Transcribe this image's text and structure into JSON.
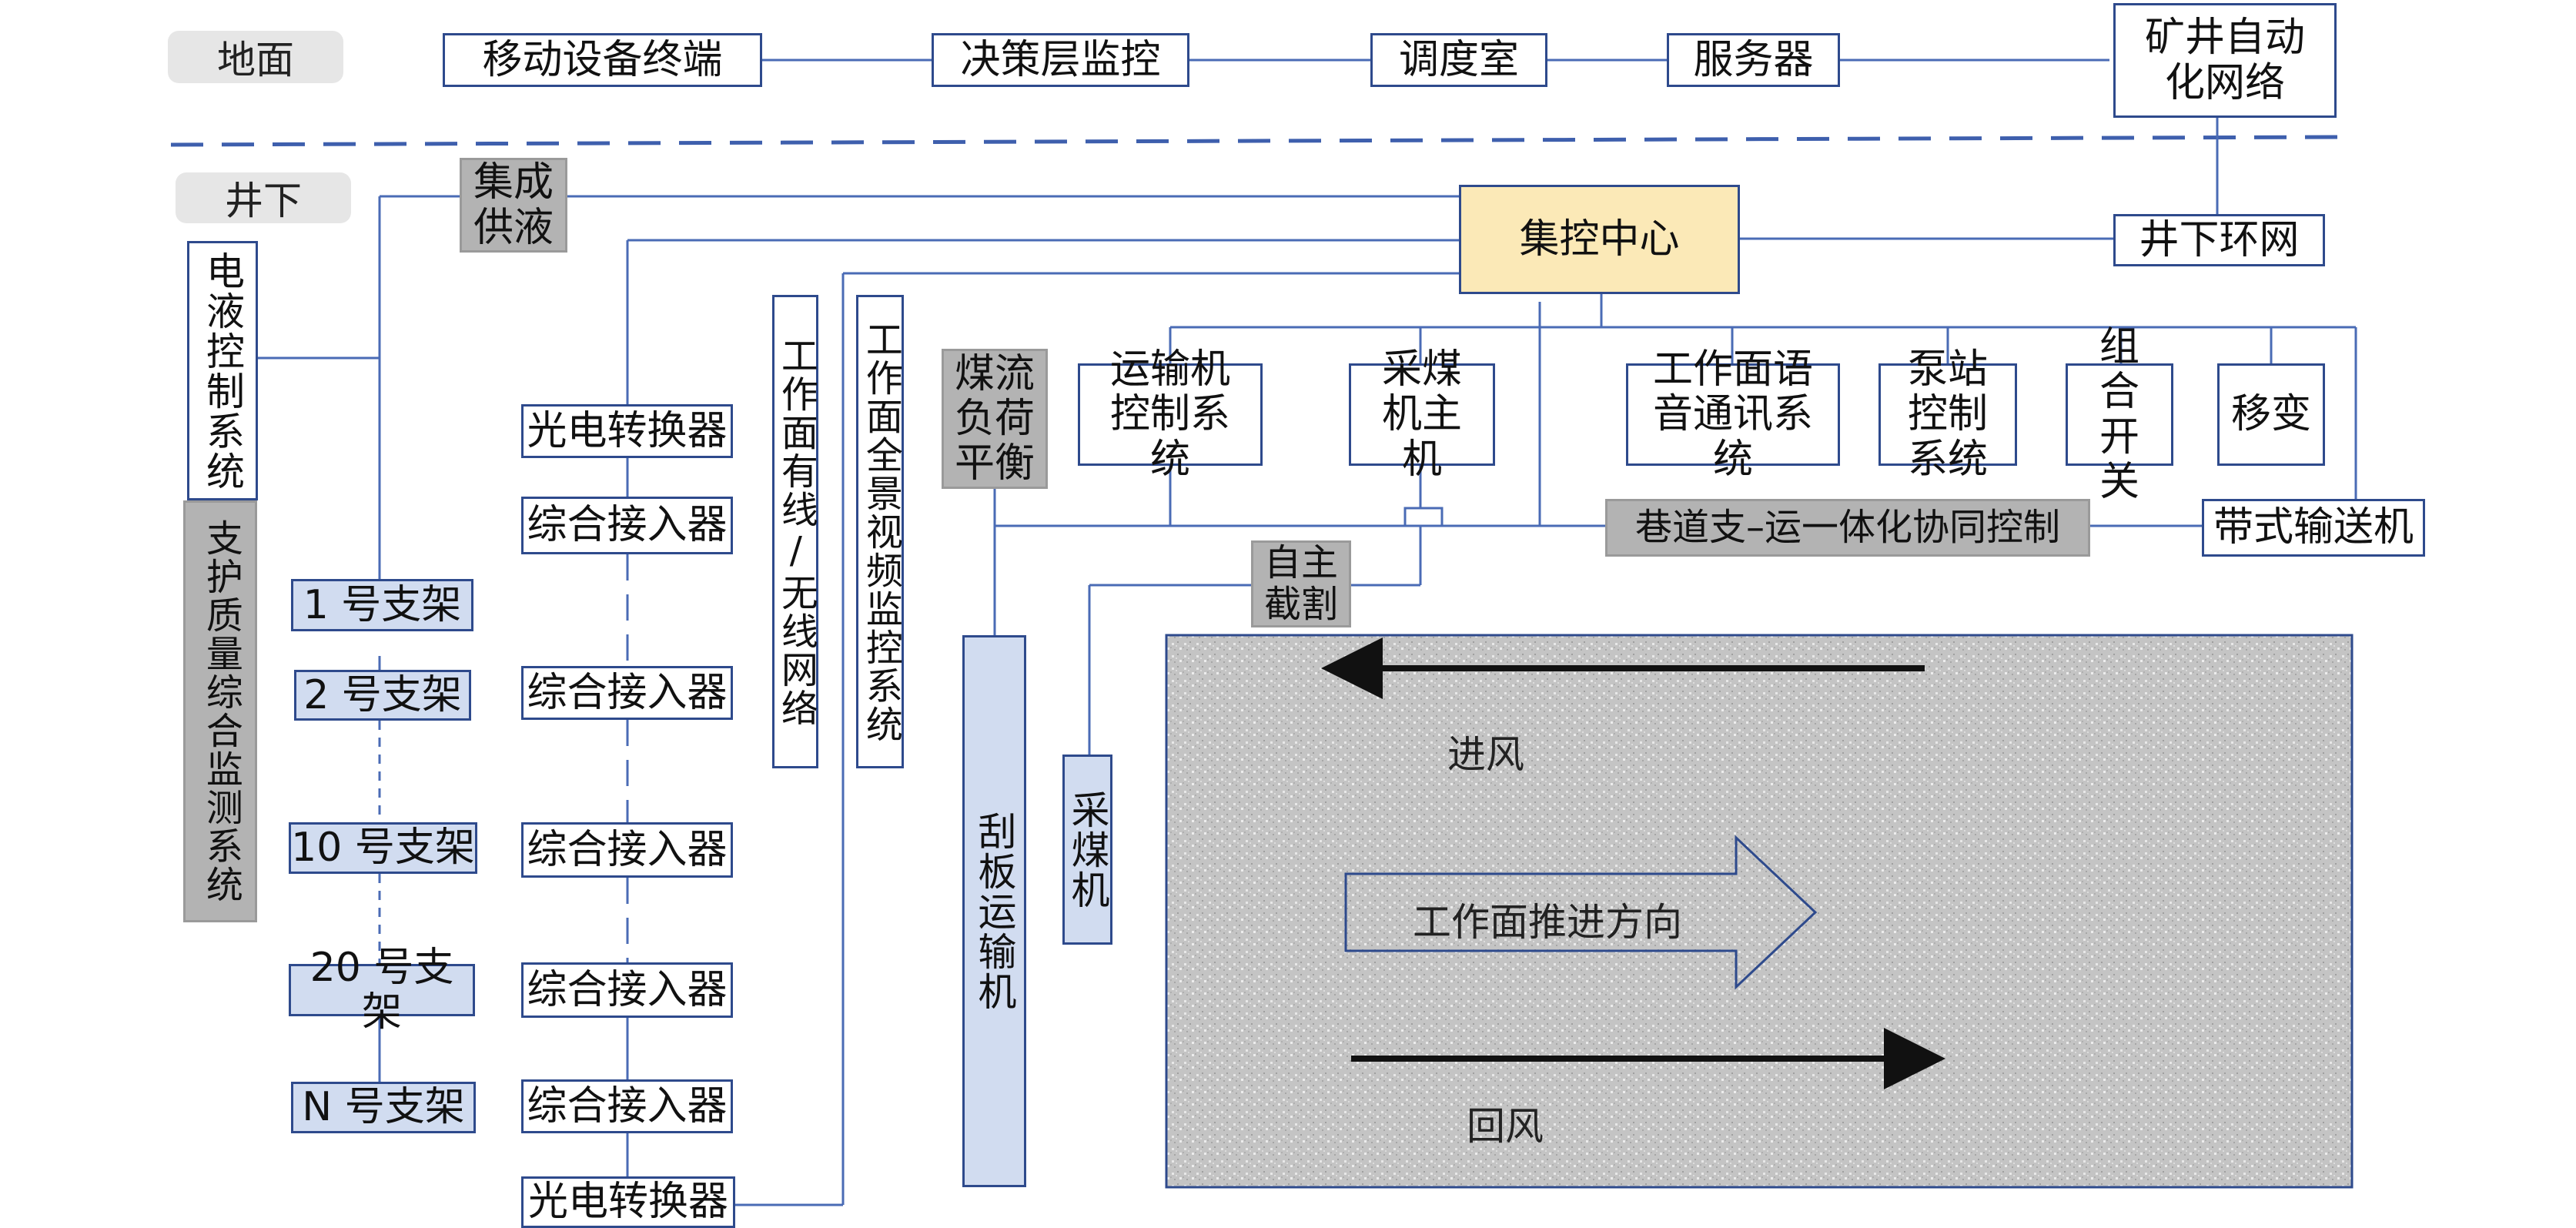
{
  "zones": {
    "surface": "地面",
    "underground": "井下"
  },
  "surface": {
    "mobile": "移动设备终端",
    "decision": "决策层监控",
    "dispatch": "调度室",
    "server": "服务器",
    "mine_network": "矿井自动化网络"
  },
  "underground": {
    "integrated_supply": "集成供液",
    "control_center": "集控中心",
    "ring_network": "井下环网",
    "ehc_system": "电液控制系统",
    "support_monitor": "支护质量综合监测系统",
    "supports": [
      "1 号支架",
      "2 号支架",
      "10 号支架",
      "20 号支架",
      "N 号支架"
    ],
    "converter": "光电转换器",
    "access_unit": "综合接入器",
    "wired_wireless": "工作面有线/无线网络",
    "video_system": "工作面全景视频监控系统",
    "flow_balance": "煤流负荷平衡",
    "conveyor_control": "运输机控制系统",
    "shearer_host": "采煤机主机",
    "voice_system": "工作面语音通讯系统",
    "pump_control": "泵站控制系统",
    "combo_switch": "组合开关",
    "transformer": "移变",
    "roadway_control": "巷道支–运一体化协同控制",
    "belt_conveyor": "带式输送机",
    "auto_cutting": "自主截割",
    "scraper_conveyor": "刮板运输机",
    "shearer": "采煤机"
  },
  "face": {
    "intake": "进风",
    "return": "回风",
    "advance": "工作面推进方向"
  },
  "colors": {
    "line": "#4a6bb5",
    "border": "#2e4a8c",
    "gray_fill": "#b3b3b3",
    "blue_fill": "#d1dcf0",
    "yellow_fill": "#fbe9b7",
    "face_fill": "#c9c9c9"
  }
}
